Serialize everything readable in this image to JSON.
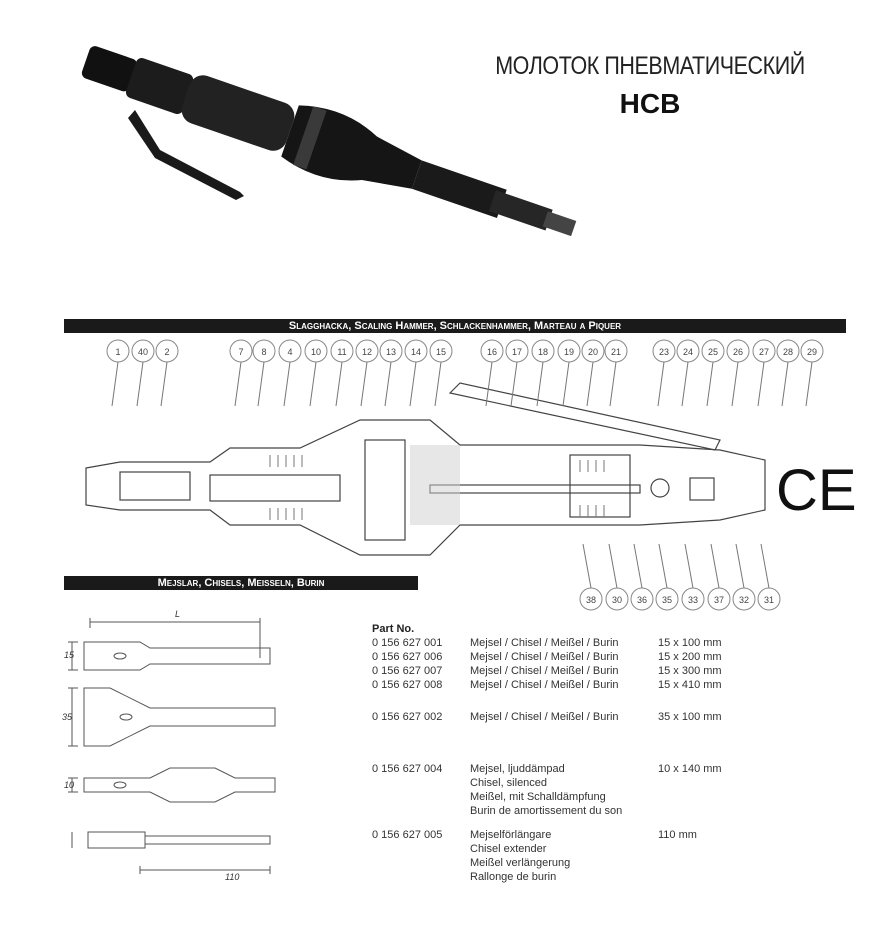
{
  "header": {
    "title": "МОЛОТОК ПНЕВМАТИЧЕСКИЙ",
    "model": "НСВ"
  },
  "section_hammer": {
    "title": "Slagghacka, Scaling Hammer, Schlackenhammer, Marteau a Piquer"
  },
  "section_chisels": {
    "title": "Mejslar, Chisels, Meißeln, Burin"
  },
  "callouts_top": [
    "1",
    "40",
    "2",
    "7",
    "8",
    "4",
    "10",
    "11",
    "12",
    "13",
    "14",
    "15",
    "16",
    "17",
    "18",
    "19",
    "20",
    "21",
    "23",
    "24",
    "25",
    "26",
    "27",
    "28",
    "29"
  ],
  "callouts_bottom": [
    "38",
    "30",
    "36",
    "35",
    "33",
    "37",
    "32",
    "31"
  ],
  "ce_mark": "CE",
  "chisel_dims": {
    "length": "L",
    "d15": "15",
    "d35": "35",
    "d10": "10",
    "d110": "110"
  },
  "parts": {
    "header": "Part No.",
    "rows": [
      {
        "pn": "0 156 627 001",
        "desc": [
          "Mejsel / Chisel / Meißel / Burin"
        ],
        "size": "15 x 100 mm"
      },
      {
        "pn": "0 156 627 006",
        "desc": [
          "Mejsel / Chisel / Meißel / Burin"
        ],
        "size": "15 x 200 mm"
      },
      {
        "pn": "0 156 627 007",
        "desc": [
          "Mejsel / Chisel / Meißel / Burin"
        ],
        "size": "15 x 300 mm"
      },
      {
        "pn": "0 156 627 008",
        "desc": [
          "Mejsel / Chisel / Meißel / Burin"
        ],
        "size": "15 x 410 mm"
      },
      {
        "pn": "0 156 627 002",
        "desc": [
          "Mejsel / Chisel / Meißel / Burin"
        ],
        "size": "35 x 100 mm"
      },
      {
        "pn": "0 156 627 004",
        "desc": [
          "Mejsel, ljuddämpad",
          "Chisel, silenced",
          "Meißel, mit Schalldämpfung",
          "Burin de amortissement du son"
        ],
        "size": "10 x 140 mm"
      },
      {
        "pn": "0 156 627 005",
        "desc": [
          "Mejselförlängare",
          "Chisel extender",
          "Meißel verlängerung",
          "Rallonge de burin"
        ],
        "size": "110 mm"
      }
    ]
  }
}
